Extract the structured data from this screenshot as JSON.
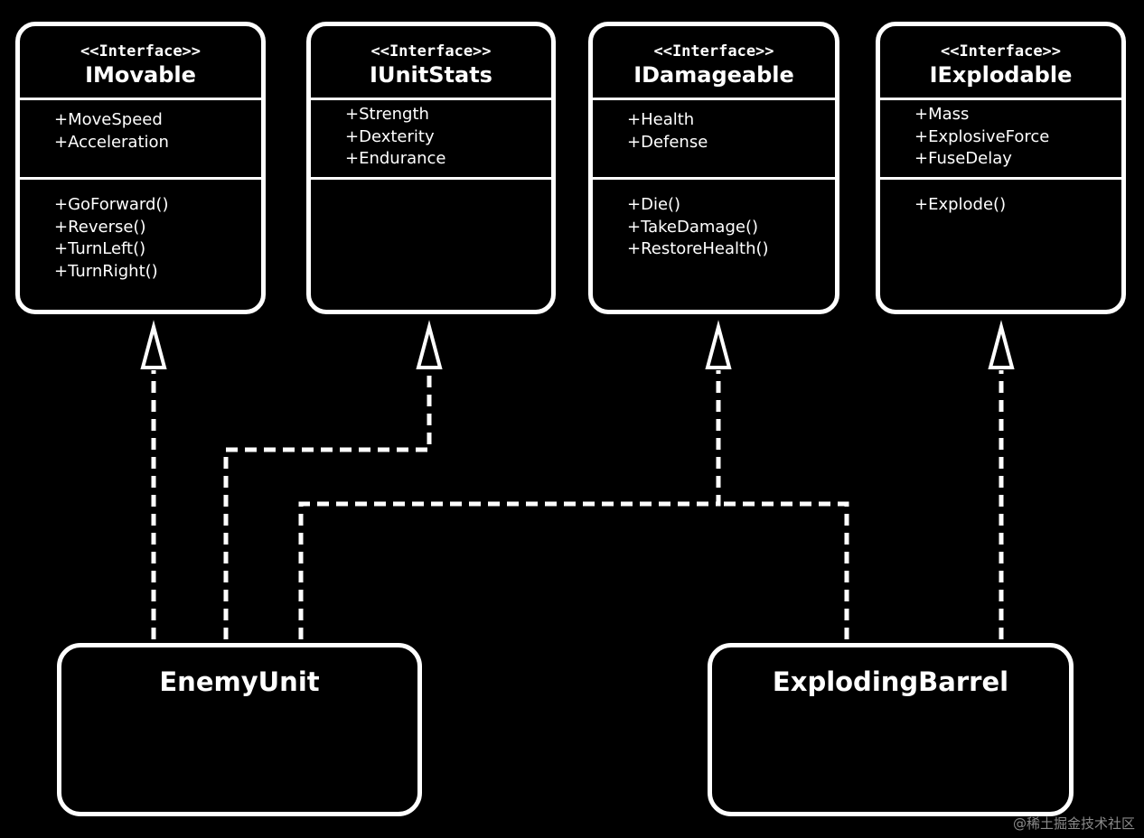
{
  "interfaces": [
    {
      "stereotype": "<<Interface>>",
      "name": "IMovable",
      "attributes": [
        "+MoveSpeed",
        "+Acceleration"
      ],
      "operations": [
        "+GoForward()",
        "+Reverse()",
        "+TurnLeft()",
        "+TurnRight()"
      ]
    },
    {
      "stereotype": "<<Interface>>",
      "name": "IUnitStats",
      "attributes": [
        "+Strength",
        "+Dexterity",
        "+Endurance"
      ],
      "operations": []
    },
    {
      "stereotype": "<<Interface>>",
      "name": "IDamageable",
      "attributes": [
        "+Health",
        "+Defense"
      ],
      "operations": [
        "+Die()",
        "+TakeDamage()",
        "+RestoreHealth()"
      ]
    },
    {
      "stereotype": "<<Interface>>",
      "name": "IExplodable",
      "attributes": [
        "+Mass",
        "+ExplosiveForce",
        "+FuseDelay"
      ],
      "operations": [
        "+Explode()"
      ]
    }
  ],
  "classes": [
    {
      "name": "EnemyUnit"
    },
    {
      "name": "ExplodingBarrel"
    }
  ],
  "relations": [
    {
      "from": "EnemyUnit",
      "to": "IMovable",
      "type": "realization"
    },
    {
      "from": "EnemyUnit",
      "to": "IUnitStats",
      "type": "realization"
    },
    {
      "from": "EnemyUnit",
      "to": "IDamageable",
      "type": "realization"
    },
    {
      "from": "ExplodingBarrel",
      "to": "IDamageable",
      "type": "realization"
    },
    {
      "from": "ExplodingBarrel",
      "to": "IExplodable",
      "type": "realization"
    }
  ],
  "watermark": "@稀土掘金技术社区",
  "colors": {
    "background": "#000000",
    "foreground": "#ffffff",
    "watermark": "#8a8a8a"
  }
}
